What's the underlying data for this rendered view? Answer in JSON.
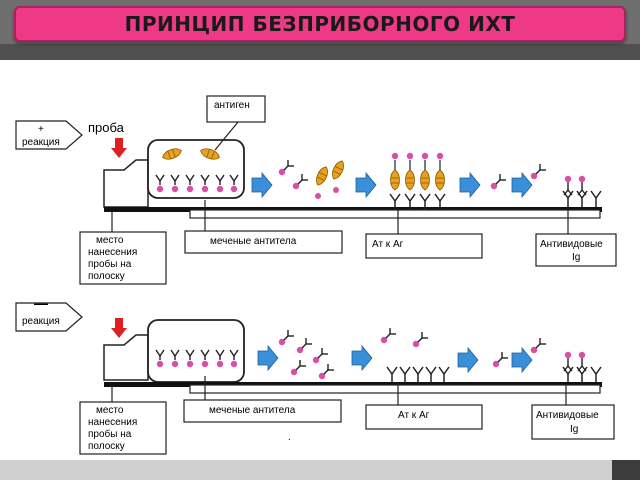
{
  "title": "ПРИНЦИП БЕЗПРИБОРНОГО ИХТ",
  "top_panel": {
    "reaction_sign": "+",
    "reaction_label": "реакция",
    "probe_label": "проба",
    "antigen_label": "антиген",
    "sample_site_lines": [
      "место",
      "нанесения",
      "пробы на",
      "полоску"
    ],
    "labeled_antibodies": "меченые антитела",
    "ab_to_ag": "Ат к Аг",
    "anti_species_lines": [
      "Антивидовые",
      "Ig"
    ]
  },
  "bottom_panel": {
    "reaction_sign": "—",
    "reaction_label": "реакция",
    "sample_site_lines": [
      "место",
      "нанесения",
      "пробы на",
      "полоску"
    ],
    "labeled_antibodies": "меченые антитела",
    "ab_to_ag": "Ат к Аг",
    "anti_species_lines": [
      "Антивидовые",
      "Ig"
    ],
    "stray_mark": "."
  },
  "colors": {
    "title_bg": "#ee3a86",
    "arrow_blue": "#3a8fd9",
    "label_pink": "#d94fa6",
    "antigen_gold": "#e8a020",
    "probe_red": "#e02020"
  }
}
